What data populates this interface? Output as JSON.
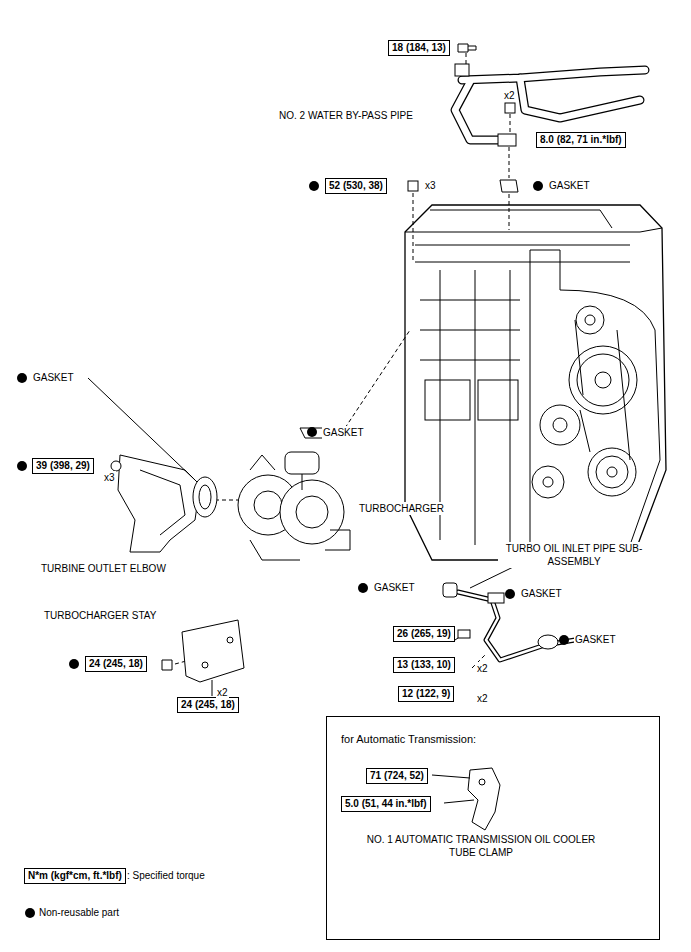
{
  "diagram": {
    "nodes": [
      {
        "text": [
          "18 (184, 13)"
        ]
      },
      {
        "text": [
          "8.0 (82, 71 in.*lbf)"
        ]
      },
      {
        "text": [
          "52 (530, 38)"
        ]
      },
      {
        "text": [
          "39 (398, 29)"
        ]
      },
      {
        "text": [
          "26 (265, 19)"
        ]
      },
      {
        "text": [
          "13 (133, 10)"
        ]
      },
      {
        "text": [
          "12 (122, 9)"
        ]
      },
      {
        "text": [
          "24 (245, 18)"
        ]
      },
      {
        "text": [
          "24 (245, 18)"
        ]
      },
      {
        "text": [
          "for Automatic Transmission:"
        ]
      },
      {
        "text": [
          "71 (724, 52)"
        ],
        "in": 9
      },
      {
        "text": [
          "5.0 (51, 44 in.*lbf)"
        ],
        "in": 9
      },
      {
        "text": [
          "N*m (kgf*cm, ft.*lbf)"
        ]
      }
    ],
    "labels": [
      "NO. 2 WATER BY-PASS PIPE",
      "x2",
      "GASKET",
      "x3",
      "GASKET",
      "GASKET",
      "x3",
      "TURBOCHARGER",
      "TURBINE OUTLET ELBOW",
      "TURBO OIL INLET PIPE SUB-ASSEMBLY",
      "GASKET",
      "GASKET",
      "GASKET",
      "x2",
      "x2",
      "TURBOCHARGER STAY",
      "x2",
      "NO. 1 AUTOMATIC TRANSMISSION OIL COOLER TUBE CLAMP"
    ],
    "legend": [
      {
        "text": ": Specified torque"
      },
      {
        "text": "Non-reusable part"
      }
    ]
  }
}
